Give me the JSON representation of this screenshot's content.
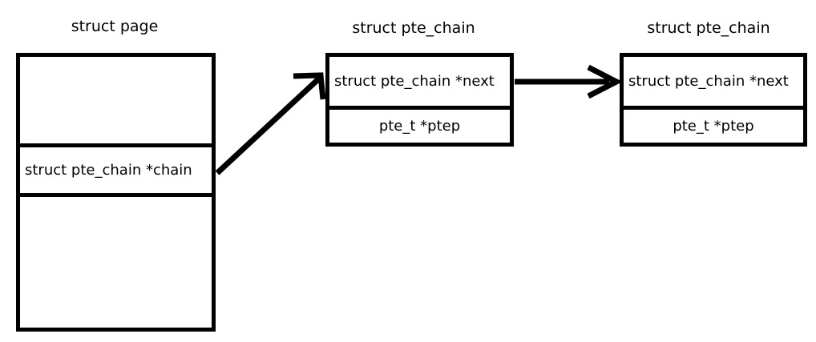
{
  "diagram": {
    "title": "struct page to pte_chain linked list",
    "background_color": "#ffffff",
    "stroke_color": "#000000",
    "text_color": "#000000"
  },
  "captions": {
    "page": "struct page",
    "chain_1": "struct pte_chain",
    "chain_2": "struct pte_chain"
  },
  "boxes": {
    "page": {
      "label": "struct page",
      "rows": [
        {
          "text": "",
          "align": "center"
        },
        {
          "text": "struct pte_chain *chain",
          "align": "left"
        },
        {
          "text": "",
          "align": "center"
        }
      ]
    },
    "chain_1": {
      "label": "struct pte_chain",
      "rows": [
        {
          "text": "struct pte_chain *next",
          "align": "left"
        },
        {
          "text": "pte_t *ptep",
          "align": "center"
        }
      ]
    },
    "chain_2": {
      "label": "struct pte_chain",
      "rows": [
        {
          "text": "struct pte_chain *next",
          "align": "left"
        },
        {
          "text": "pte_t *ptep",
          "align": "center"
        }
      ]
    }
  },
  "arrows": [
    {
      "name": "chain-pointer-arrow",
      "from": "struct page: struct pte_chain *chain",
      "to": "first struct pte_chain",
      "style": "diagonal"
    },
    {
      "name": "next-pointer-arrow",
      "from": "first struct pte_chain: struct pte_chain *next",
      "to": "second struct pte_chain",
      "style": "horizontal"
    }
  ]
}
